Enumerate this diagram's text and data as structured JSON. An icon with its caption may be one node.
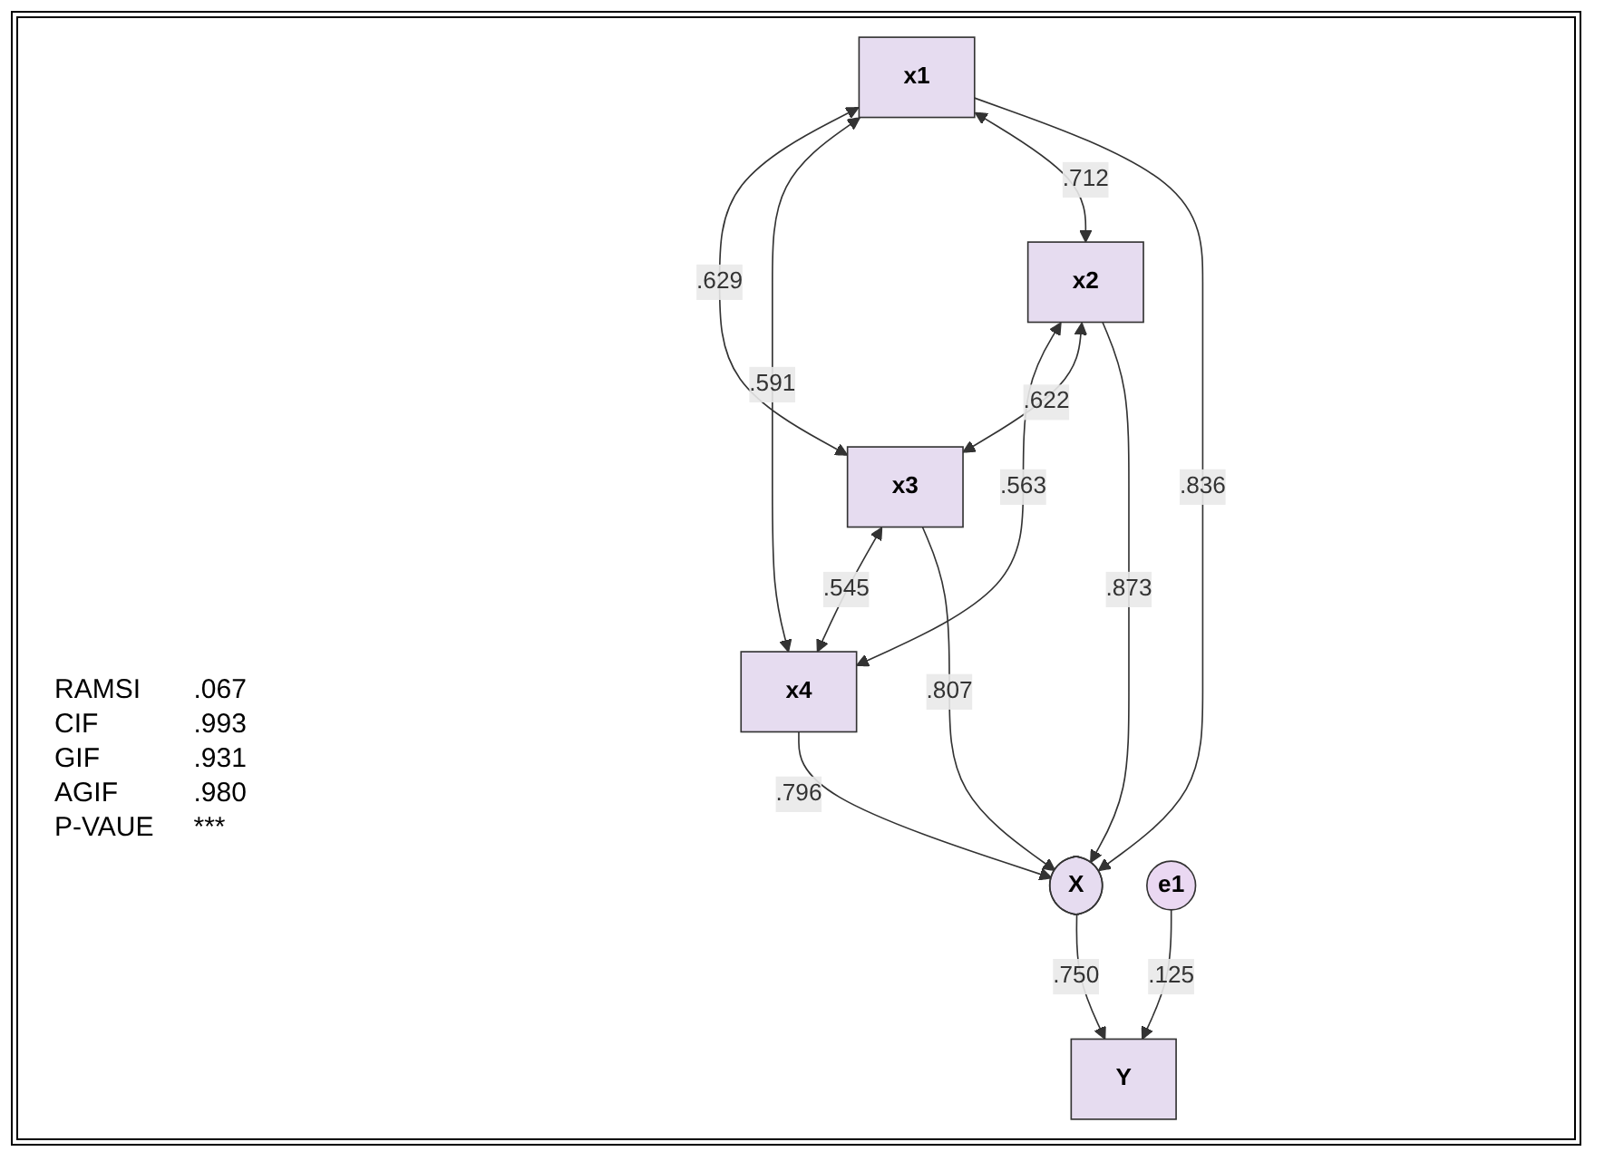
{
  "diagram": {
    "nodes": [
      {
        "text": [
          "x1"
        ]
      },
      {
        "text": [
          "x2"
        ]
      },
      {
        "text": [
          "x3"
        ]
      },
      {
        "text": [
          "x4"
        ]
      },
      {
        "text": [
          "X"
        ]
      },
      {
        "text": [
          "e1"
        ]
      },
      {
        "text": [
          "Y"
        ]
      }
    ],
    "edges": [
      {
        "from": 0,
        "to": 2,
        "arrow": "both",
        "label": ".629"
      },
      {
        "from": 0,
        "to": 3,
        "arrow": "both",
        "label": ".591"
      },
      {
        "from": 1,
        "to": 3,
        "arrow": "both",
        "label": ".563"
      },
      {
        "from": 0,
        "to": 1,
        "arrow": "both",
        "label": ".712"
      },
      {
        "from": 1,
        "to": 2,
        "arrow": "both",
        "label": ".622"
      },
      {
        "from": 2,
        "to": 3,
        "arrow": "both",
        "label": ".545"
      },
      {
        "from": 0,
        "to": 4,
        "arrow": "to",
        "label": ".836"
      },
      {
        "from": 1,
        "to": 4,
        "arrow": "to",
        "label": ".873"
      },
      {
        "from": 2,
        "to": 4,
        "arrow": "to",
        "label": ".807"
      },
      {
        "from": 3,
        "to": 4,
        "arrow": "to",
        "label": ".796"
      },
      {
        "from": 4,
        "to": 6,
        "arrow": "to",
        "label": ".750"
      },
      {
        "from": 5,
        "to": 6,
        "arrow": "to",
        "label": ".125"
      }
    ],
    "labels": [
      "RAMSI",
      ".067",
      "CIF",
      ".993",
      "GIF",
      ".931",
      "AGIF",
      ".980",
      "P-VAUE",
      "***"
    ]
  }
}
